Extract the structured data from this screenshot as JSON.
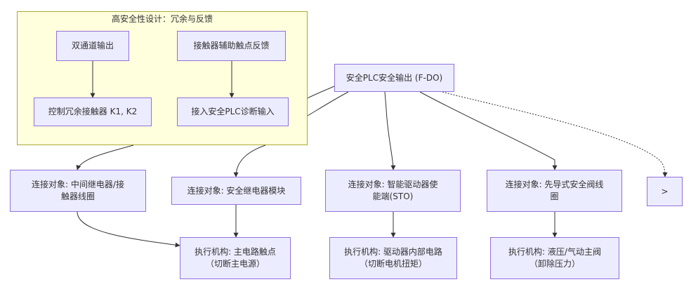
{
  "cluster": {
    "title": "高安全性设计：冗余与反馈"
  },
  "nodes": {
    "dual_channel": "双通道输出",
    "contactor_aux": "接触器辅助触点反馈",
    "redundant_contactor": "控制冗余接触器 K1, K2",
    "plc_diag_input": "接入安全PLC诊断输入",
    "safety_plc": "安全PLC安全输出 (F-DO)",
    "obj_relay": "连接对象: 中间继电器/接触器线圈",
    "obj_safety_relay": "连接对象: 安全继电器模块",
    "obj_drive": "连接对象: 智能驱动器使能端(STO)",
    "obj_valve": "连接对象: 先导式安全阀线圈",
    "more": ">",
    "act_main_contact": "执行机构: 主电路触点（切断主电源）",
    "act_drive_circuit": "执行机构: 驱动器内部电路（切断电机扭矩）",
    "act_hydraulic": "执行机构: 液压/气动主阀（卸除压力）"
  },
  "colors": {
    "node_fill": "#ececff",
    "node_stroke": "#9370db",
    "cluster_fill": "#ffffde",
    "cluster_stroke": "#aaaa33",
    "edge": "#333333"
  }
}
